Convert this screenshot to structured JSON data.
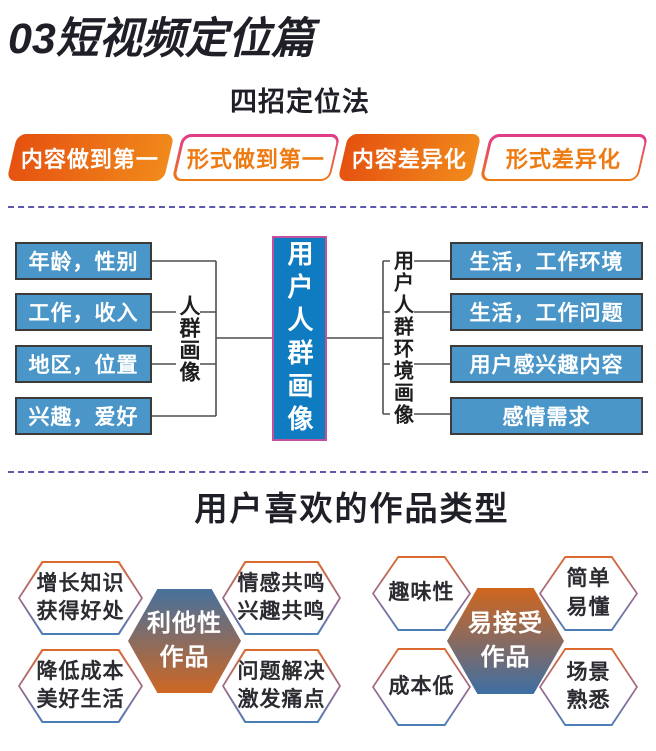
{
  "header": {
    "title": "03短视频定位篇"
  },
  "method": {
    "heading": "四招定位法",
    "banners": [
      {
        "label": "内容做到第一",
        "style": "filled"
      },
      {
        "label": "形式做到第一",
        "style": "outline"
      },
      {
        "label": "内容差异化",
        "style": "filled"
      },
      {
        "label": "形式差异化",
        "style": "outline"
      }
    ]
  },
  "diagram": {
    "left_boxes": [
      "年龄，性别",
      "工作，收入",
      "地区，位置",
      "兴趣，爱好"
    ],
    "left_label": "人群画像",
    "center_label": "用户人群画像",
    "right_label": "用户人群环境画像",
    "right_boxes": [
      "生活，工作环境",
      "生活，工作问题",
      "用户感兴趣内容",
      "感情需求"
    ]
  },
  "works": {
    "heading": "用户喜欢的作品类型",
    "left_cluster": {
      "center": {
        "lines": [
          "利他性",
          "作品"
        ]
      },
      "satellites": [
        {
          "lines": [
            "增长知识",
            "获得好处"
          ]
        },
        {
          "lines": [
            "降低成本",
            "美好生活"
          ]
        },
        {
          "lines": [
            "情感共鸣",
            "兴趣共鸣"
          ]
        },
        {
          "lines": [
            "问题解决",
            "激发痛点"
          ]
        }
      ]
    },
    "right_cluster": {
      "center": {
        "lines": [
          "易接受",
          "作品"
        ]
      },
      "satellites": [
        {
          "lines": [
            "趣味性"
          ]
        },
        {
          "lines": [
            "成本低"
          ]
        },
        {
          "lines": [
            "简单",
            "易懂"
          ]
        },
        {
          "lines": [
            "场景",
            "熟悉"
          ]
        }
      ]
    }
  },
  "colors": {
    "text_dark": "#1f1f28",
    "accent_orange": "#ee7a12",
    "banner_fill_start": "#e55110",
    "banner_fill_end": "#f18a1b",
    "banner_border_pink": "#e03a8c",
    "box_blue": "#4a96c8",
    "center_blue": "#0f7cc2",
    "center_border_pink": "#c0519d",
    "line_gray": "#4f4f4f",
    "divider_purple": "#5d56ad",
    "hex_orange": "#dd6a2e",
    "hex_blue": "#4b7eb8",
    "hex_center_left_top": "#46719d",
    "hex_center_left_bottom": "#ce6723",
    "hex_center_right_top": "#d1661d",
    "hex_center_right_bottom": "#3e6fa4"
  }
}
